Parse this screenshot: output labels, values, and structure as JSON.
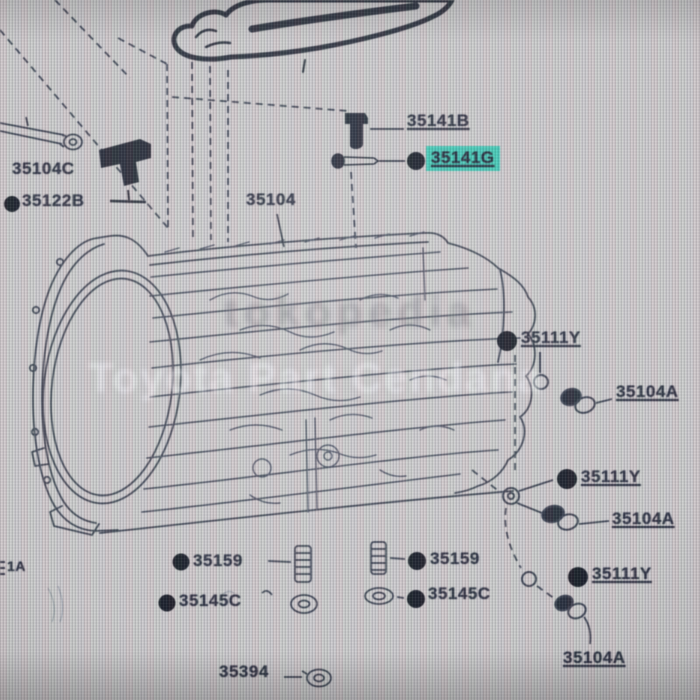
{
  "watermark": {
    "line1": "tokopedia",
    "line2": "Toyota Part Cendana"
  },
  "selected_part": "35141G",
  "colors": {
    "highlight": "#3bc9b5",
    "label_text": "#252a3a",
    "line_art": "#39404e",
    "background": "#cecccd"
  },
  "labels": {
    "p35104c": "35104C",
    "p35122b": "35122B",
    "p35104": "35104",
    "p35141b": "35141B",
    "p35141g": "35141G",
    "p35111y_1": "35111Y",
    "p35104a_1": "35104A",
    "p35111y_2": "35111Y",
    "p35104a_2": "35104A",
    "p35111y_3": "35111Y",
    "p35104a_3": "35104A",
    "p35159_1": "35159",
    "p35159_2": "35159",
    "p35145c_1": "35145C",
    "p35145c_2": "35145C",
    "p35394": "35394",
    "edge_partial": "1A"
  },
  "icons": {
    "callout_dot": "filled-circle",
    "plug_bolt": "transmission-case-plug",
    "gasket_ring": "o-ring",
    "union_bolt": "threaded-bolt",
    "washer": "sealing-washer",
    "pin": "breather-pin",
    "bracket": "clamp-bracket",
    "tube": "oil-filler-tube",
    "top_part": "valve-body-gasket"
  }
}
